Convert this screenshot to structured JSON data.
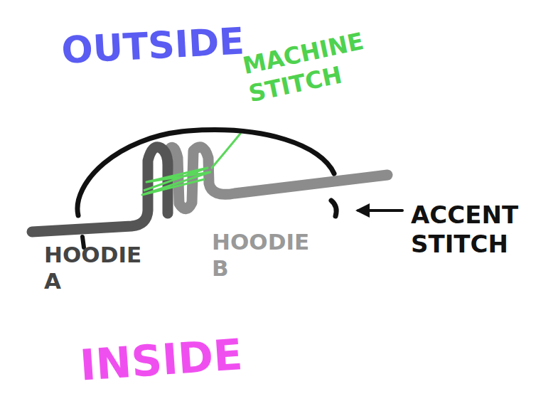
{
  "diagram": {
    "labels": [
      "OUTSIDE",
      "MACHINE STITCH",
      "ACCENT STITCH",
      "HOODIE A",
      "HOODIE B",
      "INSIDE"
    ]
  }
}
